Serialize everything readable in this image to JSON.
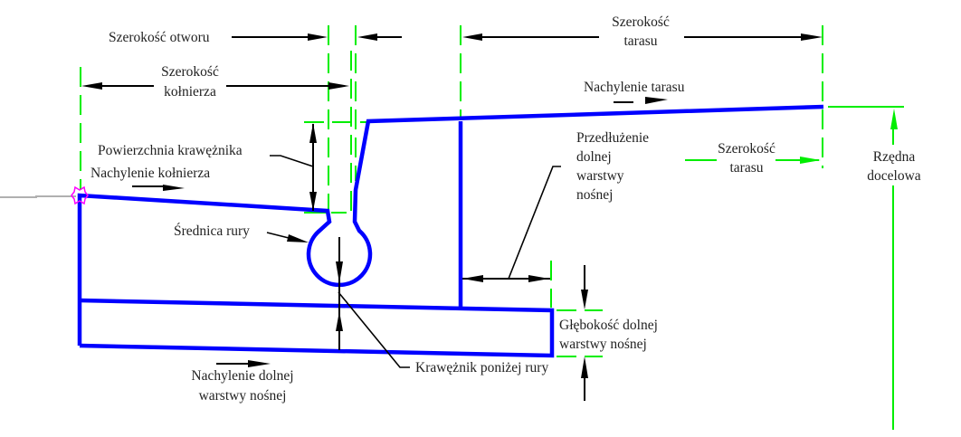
{
  "diagram": {
    "labels": {
      "opening_width": "Szerokość otworu",
      "gutter_width_l1": "Szerokość",
      "gutter_width_l2": "kołnierza",
      "curb_surface": "Powierzchnia krawężnika",
      "gutter_slope": "Nachylenie kołnierza",
      "pipe_diameter": "Średnica rury",
      "terrace_width_l1": "Szerokość",
      "terrace_width_l2": "tarasu",
      "terrace_slope": "Nachylenie tarasu",
      "extension_l1": "Przedłużenie",
      "extension_l2": "dolnej",
      "extension_l3": "warstwy",
      "extension_l4": "nośnej",
      "terrace_width2_l1": "Szerokość",
      "terrace_width2_l2": "tarasu",
      "target_elev_l1": "Rzędna",
      "target_elev_l2": "docelowa",
      "subbase_depth_l1": "Głębokość dolnej",
      "subbase_depth_l2": "warstwy nośnej",
      "subbase_slope_l1": "Nachylenie dolnej",
      "subbase_slope_l2": "warstwy nośnej",
      "curb_below_pipe": "Krawężnik poniżej rury"
    },
    "colors": {
      "shape": "#0000ff",
      "guides": "#00ee00",
      "dimensions": "#000000",
      "marker": "#ff00ff",
      "reference_line": "#b0b0b0"
    }
  }
}
